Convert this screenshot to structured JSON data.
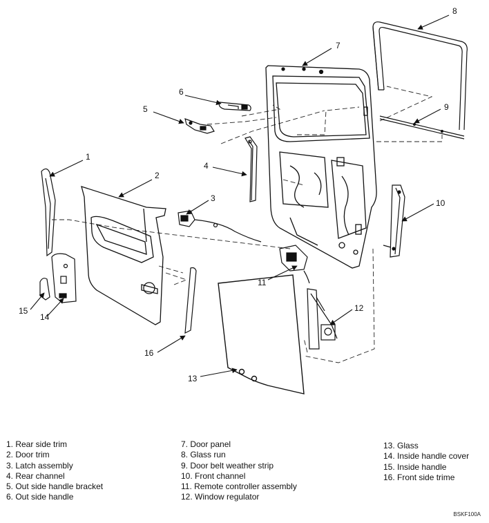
{
  "callouts": [
    "1",
    "2",
    "3",
    "4",
    "5",
    "6",
    "7",
    "8",
    "9",
    "10",
    "11",
    "12",
    "13",
    "14",
    "15",
    "16"
  ],
  "legend": {
    "col1": [
      "1. Rear side trim",
      "2. Door trim",
      "3. Latch assembly",
      "4. Rear channel",
      "5. Out side handle bracket",
      "6. Out side handle"
    ],
    "col2": [
      "7. Door panel",
      "8. Glass run",
      "9. Door belt weather strip",
      "10. Front channel",
      "11. Remote controller assembly",
      "12. Window regulator"
    ],
    "col3": [
      "13. Glass",
      "14. Inside handle cover",
      "15. Inside handle",
      "16. Front side trime"
    ]
  },
  "figure_code": "BSKF100A"
}
